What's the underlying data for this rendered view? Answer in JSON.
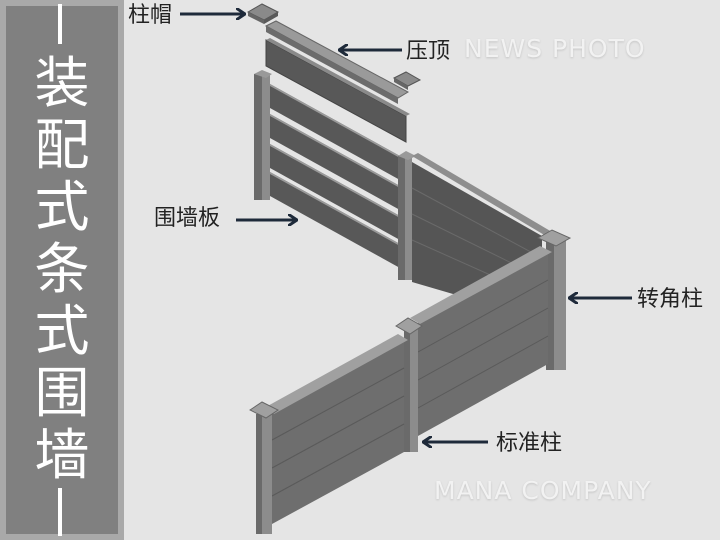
{
  "sidebar": {
    "title_chars": [
      "装",
      "配",
      "式",
      "条",
      "式",
      "围",
      "墙"
    ],
    "title": "装配式条式围墙",
    "bg_color": "#808080",
    "frame_color": "#a9a9a9"
  },
  "labels": {
    "post_cap": "柱帽",
    "coping": "压顶",
    "wall_panel": "围墙板",
    "corner_post": "转角柱",
    "standard_post": "标准柱"
  },
  "watermarks": {
    "top": "NEWS PHOTO",
    "bottom": "MANA COMPANY"
  },
  "colors": {
    "background": "#e5e5e5",
    "panel_dark": "#555555",
    "panel_mid": "#6e6e6e",
    "post": "#7a7a7a",
    "arrow": "#1e2a3a"
  }
}
